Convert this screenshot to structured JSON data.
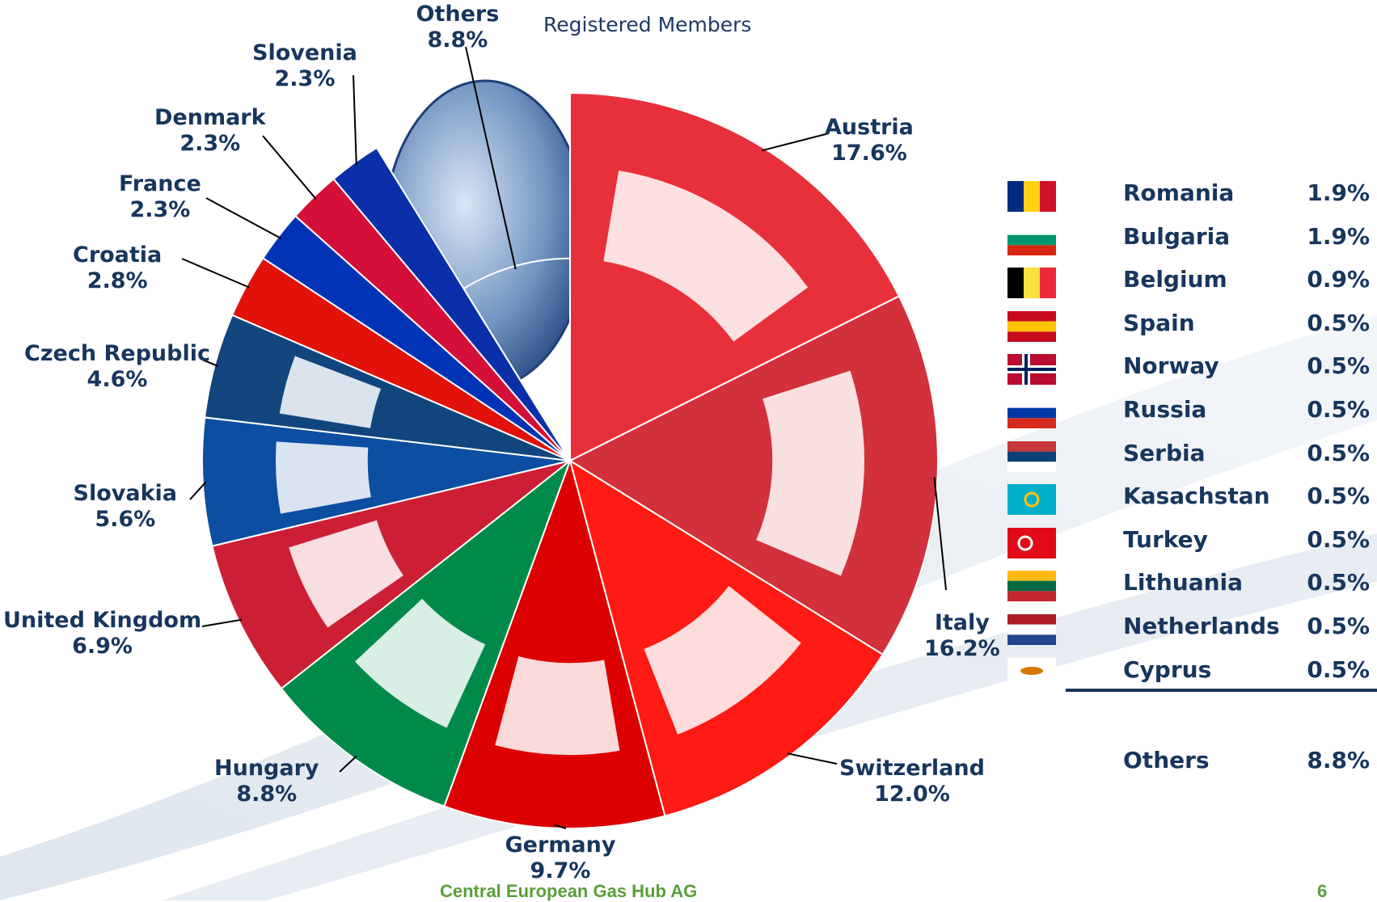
{
  "chart_data": {
    "type": "pie",
    "title": "",
    "subtitle": "Registered Members",
    "slices": [
      {
        "name": "Austria",
        "label": "17.6%",
        "value": 17.6,
        "color": "#e8303b"
      },
      {
        "name": "Italy",
        "label": "16.2%",
        "value": 16.2,
        "color": "#d2303a"
      },
      {
        "name": "Switzerland",
        "label": "12.0%",
        "value": 12.0,
        "color": "#ff1a14"
      },
      {
        "name": "Germany",
        "label": "9.7%",
        "value": 9.7,
        "color": "#dd0000"
      },
      {
        "name": "Hungary",
        "label": "8.8%",
        "value": 8.8,
        "color": "#008a4a"
      },
      {
        "name": "United Kingdom",
        "label": "6.9%",
        "value": 6.9,
        "color": "#cc1f36"
      },
      {
        "name": "Slovakia",
        "label": "5.6%",
        "value": 5.6,
        "color": "#0b4ea2"
      },
      {
        "name": "Czech Republic",
        "label": "4.6%",
        "value": 4.6,
        "color": "#11457e"
      },
      {
        "name": "Croatia",
        "label": "2.8%",
        "value": 2.8,
        "color": "#e0120a"
      },
      {
        "name": "France",
        "label": "2.3%",
        "value": 2.3,
        "color": "#0033b5"
      },
      {
        "name": "Denmark",
        "label": "2.3%",
        "value": 2.3,
        "color": "#d40f38"
      },
      {
        "name": "Slovenia",
        "label": "2.3%",
        "value": 2.3,
        "color": "#0a2fa8"
      },
      {
        "name": "Others",
        "label": "8.8%",
        "value": 8.8,
        "color": "#2b5b9a"
      }
    ],
    "legend_entries": [
      {
        "name": "Romania",
        "value": "1.9%",
        "flag": "romania-flag",
        "colors": [
          "#002b7f",
          "#fcd116",
          "#ce1126"
        ]
      },
      {
        "name": "Bulgaria",
        "value": "1.9%",
        "flag": "bulgaria-flag",
        "colors": [
          "#ffffff",
          "#00966e",
          "#d62612"
        ]
      },
      {
        "name": "Belgium",
        "value": "0.9%",
        "flag": "belgium-flag",
        "colors": [
          "#000000",
          "#fae042",
          "#ed2939"
        ]
      },
      {
        "name": "Spain",
        "value": "0.5%",
        "flag": "spain-flag",
        "colors": [
          "#c60b1e",
          "#ffc400",
          "#c60b1e"
        ]
      },
      {
        "name": "Norway",
        "value": "0.5%",
        "flag": "norway-flag",
        "colors": [
          "#ba0c2f",
          "#ffffff",
          "#00205b"
        ]
      },
      {
        "name": "Russia",
        "value": "0.5%",
        "flag": "russia-flag",
        "colors": [
          "#ffffff",
          "#0039a6",
          "#d52b1e"
        ]
      },
      {
        "name": "Serbia",
        "value": "0.5%",
        "flag": "serbia-flag",
        "colors": [
          "#c6363c",
          "#0c4076",
          "#ffffff"
        ]
      },
      {
        "name": "Kasachstan",
        "value": "0.5%",
        "flag": "kazakhstan-flag",
        "colors": [
          "#00afca",
          "#fec50c"
        ]
      },
      {
        "name": "Turkey",
        "value": "0.5%",
        "flag": "turkey-flag",
        "colors": [
          "#e30a17",
          "#ffffff"
        ]
      },
      {
        "name": "Lithuania",
        "value": "0.5%",
        "flag": "lithuania-flag",
        "colors": [
          "#fdb913",
          "#006a44",
          "#c1272d"
        ]
      },
      {
        "name": "Netherlands",
        "value": "0.5%",
        "flag": "netherlands-flag",
        "colors": [
          "#ae1c28",
          "#ffffff",
          "#21468b"
        ]
      },
      {
        "name": "Cyprus",
        "value": "0.5%",
        "flag": "cyprus-flag",
        "colors": [
          "#ffffff",
          "#d57800",
          "#4e5b31"
        ]
      }
    ],
    "others": {
      "name": "Others",
      "value": "8.8%"
    }
  },
  "footer": {
    "company": "Central European Gas Hub AG",
    "page": "6"
  },
  "colors": {
    "text": "#17365d",
    "footer": "#5a9e3a"
  }
}
